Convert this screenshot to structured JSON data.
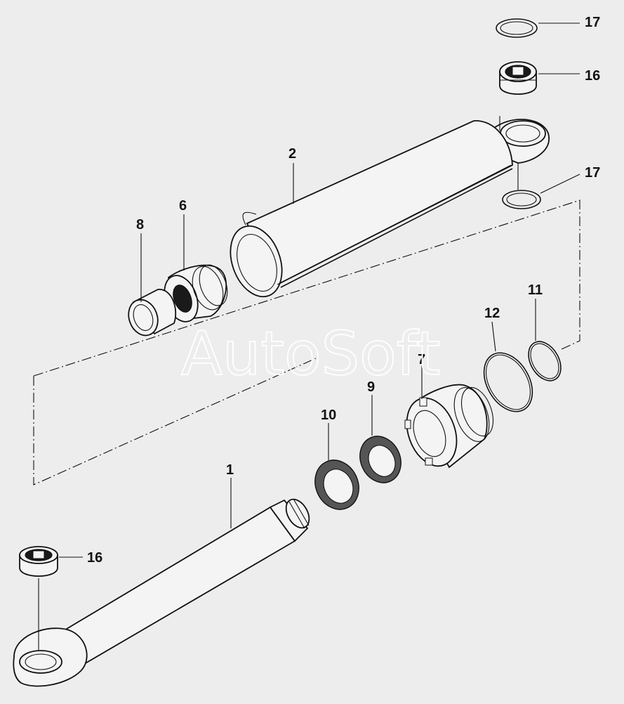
{
  "diagram": {
    "labels": [
      {
        "id": "17a",
        "text": "17"
      },
      {
        "id": "16a",
        "text": "16"
      },
      {
        "id": "2",
        "text": "2"
      },
      {
        "id": "17b",
        "text": "17"
      },
      {
        "id": "6",
        "text": "6"
      },
      {
        "id": "8",
        "text": "8"
      },
      {
        "id": "11",
        "text": "11"
      },
      {
        "id": "12",
        "text": "12"
      },
      {
        "id": "7",
        "text": "7"
      },
      {
        "id": "9",
        "text": "9"
      },
      {
        "id": "10",
        "text": "10"
      },
      {
        "id": "1",
        "text": "1"
      },
      {
        "id": "16b",
        "text": "16"
      }
    ],
    "watermark": "AutoSoft"
  }
}
